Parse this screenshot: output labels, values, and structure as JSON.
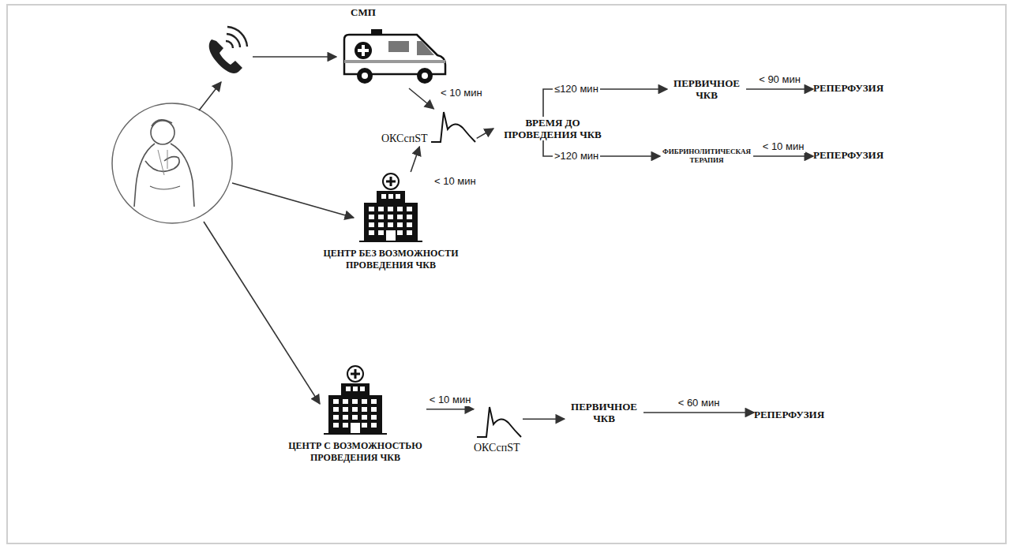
{
  "diagram": {
    "nodes": [
      {
        "text": [
          "СМП"
        ]
      },
      {
        "text": [
          "ОКСспST"
        ]
      },
      {
        "text": [
          "ВРЕМЯ ДО ПРОВЕДЕНИЯ ЧКВ"
        ]
      },
      {
        "text": [
          "ПЕРВИЧНОЕ ЧКВ"
        ]
      },
      {
        "text": [
          "РЕПЕРФУЗИЯ"
        ]
      },
      {
        "text": [
          "ФИБРИНОЛИТИЧЕСКАЯ ТЕРАПИЯ"
        ]
      },
      {
        "text": [
          "РЕПЕРФУЗИЯ"
        ]
      },
      {
        "text": [
          "ЦЕНТР БЕЗ ВОЗМОЖНОСТИ ПРОВЕДЕНИЯ ЧКВ"
        ]
      },
      {
        "text": [
          "ЦЕНТР С ВОЗМОЖНОСТЬЮ ПРОВЕДЕНИЯ ЧКВ"
        ]
      },
      {
        "text": [
          "ОКСспST"
        ]
      },
      {
        "text": [
          "ПЕРВИЧНОЕ ЧКВ"
        ]
      },
      {
        "text": [
          "РЕПЕРФУЗИЯ"
        ]
      }
    ],
    "edges": [
      {
        "from": 0,
        "to": 1,
        "label": "< 10 мин",
        "arrow": "to"
      },
      {
        "from": 7,
        "to": 1,
        "label": "< 10 мин",
        "arrow": "to"
      },
      {
        "from": 1,
        "to": 2,
        "arrow": "to"
      },
      {
        "from": 2,
        "to": 3,
        "label": "≤120 мин",
        "arrow": "to"
      },
      {
        "from": 3,
        "to": 4,
        "label": "< 90 мин",
        "arrow": "to"
      },
      {
        "from": 2,
        "to": 5,
        "label": ">120 мин",
        "arrow": "to"
      },
      {
        "from": 5,
        "to": 6,
        "label": "< 10 мин",
        "arrow": "to"
      },
      {
        "from": 8,
        "to": 9,
        "label": "< 10 мин",
        "arrow": "to"
      },
      {
        "from": 9,
        "to": 10,
        "arrow": "to"
      },
      {
        "from": 10,
        "to": 11,
        "label": "< 60 мин",
        "arrow": "to"
      }
    ]
  }
}
